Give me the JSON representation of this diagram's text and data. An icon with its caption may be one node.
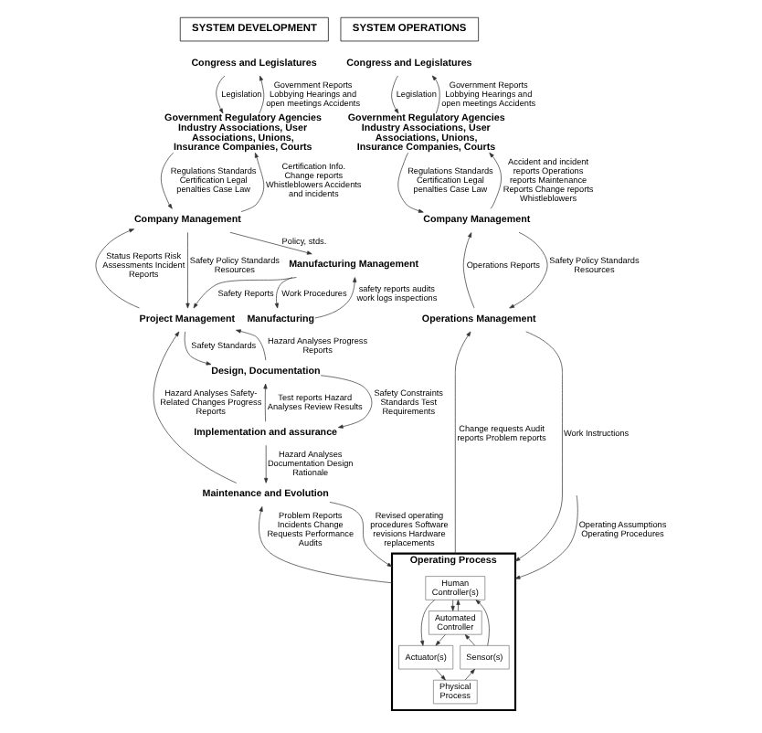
{
  "diagram": {
    "nodes": [
      {
        "text": [
          "SYSTEM DEVELOPMENT"
        ]
      },
      {
        "text": [
          "SYSTEM OPERATIONS"
        ]
      },
      {
        "text": [
          "Congress and Legislatures"
        ]
      },
      {
        "text": [
          "Government Regulatory Agencies Industry Associations, User Associations, Unions, Insurance Companies, Courts"
        ]
      },
      {
        "text": [
          "Company Management"
        ]
      },
      {
        "text": [
          "Project Management"
        ]
      },
      {
        "text": [
          "Design, Documentation"
        ]
      },
      {
        "text": [
          "Implementation and assurance"
        ]
      },
      {
        "text": [
          "Manufacturing Management"
        ]
      },
      {
        "text": [
          "Manufacturing"
        ]
      },
      {
        "text": [
          "Maintenance and Evolution"
        ]
      },
      {
        "text": [
          "Congress and Legislatures"
        ]
      },
      {
        "text": [
          "Government Regulatory Agencies Industry Associations, User Associations, Unions, Insurance Companies, Courts"
        ]
      },
      {
        "text": [
          "Company Management"
        ]
      },
      {
        "text": [
          "Operations Management"
        ]
      },
      {
        "text": [
          "Operating Process"
        ]
      },
      {
        "text": [
          "Human Controller(s)"
        ],
        "in": 15
      },
      {
        "text": [
          "Automated Controller"
        ],
        "in": 15
      },
      {
        "text": [
          "Actuator(s)"
        ],
        "in": 15
      },
      {
        "text": [
          "Sensor(s)"
        ],
        "in": 15
      },
      {
        "text": [
          "Physical Process"
        ],
        "in": 15
      }
    ],
    "edges": [
      {
        "from": 2,
        "to": 3,
        "arrow": "to",
        "label": "Legislation"
      },
      {
        "from": 3,
        "to": 2,
        "arrow": "to",
        "label": "Government Reports Lobbying Hearings and open meetings Accidents"
      },
      {
        "from": 3,
        "to": 4,
        "arrow": "to",
        "label": "Regulations Standards Certification Legal penalties Case Law"
      },
      {
        "from": 4,
        "to": 3,
        "arrow": "to",
        "label": "Certification Info. Change reports Whistleblowers Accidents and incidents"
      },
      {
        "from": 4,
        "to": 5,
        "arrow": "to",
        "label": "Safety Policy Standards Resources"
      },
      {
        "from": 5,
        "to": 4,
        "arrow": "to",
        "label": "Status Reports Risk Assessments Incident Reports"
      },
      {
        "from": 4,
        "to": 8,
        "arrow": "to",
        "label": "Policy, stds."
      },
      {
        "from": 8,
        "to": 5,
        "arrow": "to",
        "label": "Safety Reports"
      },
      {
        "from": 5,
        "to": 6,
        "arrow": "to",
        "label": "Safety Standards"
      },
      {
        "from": 6,
        "to": 5,
        "arrow": "to",
        "label": "Hazard Analyses Progress Reports"
      },
      {
        "from": 6,
        "to": 7,
        "arrow": "to",
        "label": "Safety Constraints Standards Test Requirements"
      },
      {
        "from": 7,
        "to": 6,
        "arrow": "to",
        "label": "Test reports Hazard Analyses Review Results"
      },
      {
        "from": 7,
        "to": 10,
        "arrow": "to",
        "label": "Hazard Analyses Documentation Design Rationale"
      },
      {
        "from": 10,
        "to": 5,
        "arrow": "to",
        "label": "Hazard Analyses Safety-Related Changes Progress Reports"
      },
      {
        "from": 8,
        "to": 9,
        "arrow": "to",
        "label": "Work Procedures"
      },
      {
        "from": 9,
        "to": 8,
        "arrow": "to",
        "label": "safety reports audits work logs inspections"
      },
      {
        "from": 11,
        "to": 12,
        "arrow": "to",
        "label": "Legislation"
      },
      {
        "from": 12,
        "to": 11,
        "arrow": "to",
        "label": "Government Reports Lobbying Hearings and open meetings Accidents"
      },
      {
        "from": 12,
        "to": 13,
        "arrow": "to",
        "label": "Regulations Standards Certification Legal penalties Case Law"
      },
      {
        "from": 13,
        "to": 12,
        "arrow": "to",
        "label": "Accident and incident reports Operations reports Maintenance Reports Change reports Whistleblowers"
      },
      {
        "from": 13,
        "to": 14,
        "arrow": "to",
        "label": "Safety Policy Standards Resources"
      },
      {
        "from": 14,
        "to": 13,
        "arrow": "to",
        "label": "Operations Reports"
      },
      {
        "from": 14,
        "to": 15,
        "arrow": "to",
        "label": "Work Instructions"
      },
      {
        "from": 15,
        "to": 14,
        "arrow": "to",
        "label": "Change requests Audit reports Problem reports"
      },
      {
        "from": null,
        "to": 15,
        "arrow": "to",
        "label": "Operating Assumptions Operating Procedures"
      },
      {
        "from": 10,
        "to": 15,
        "arrow": "to",
        "label": "Revised operating procedures Software revisions Hardware replacements"
      },
      {
        "from": 15,
        "to": 10,
        "arrow": "to",
        "label": "Problem Reports Incidents Change Requests Performance Audits"
      },
      {
        "from": 16,
        "to": 17,
        "arrow": "to"
      },
      {
        "from": 17,
        "to": 16,
        "arrow": "to"
      },
      {
        "from": 16,
        "to": 18,
        "arrow": "to"
      },
      {
        "from": 19,
        "to": 16,
        "arrow": "to"
      },
      {
        "from": 17,
        "to": 18,
        "arrow": "to"
      },
      {
        "from": 19,
        "to": 17,
        "arrow": "to"
      },
      {
        "from": 18,
        "to": 20,
        "arrow": "to"
      },
      {
        "from": 20,
        "to": 19,
        "arrow": "to"
      }
    ]
  }
}
